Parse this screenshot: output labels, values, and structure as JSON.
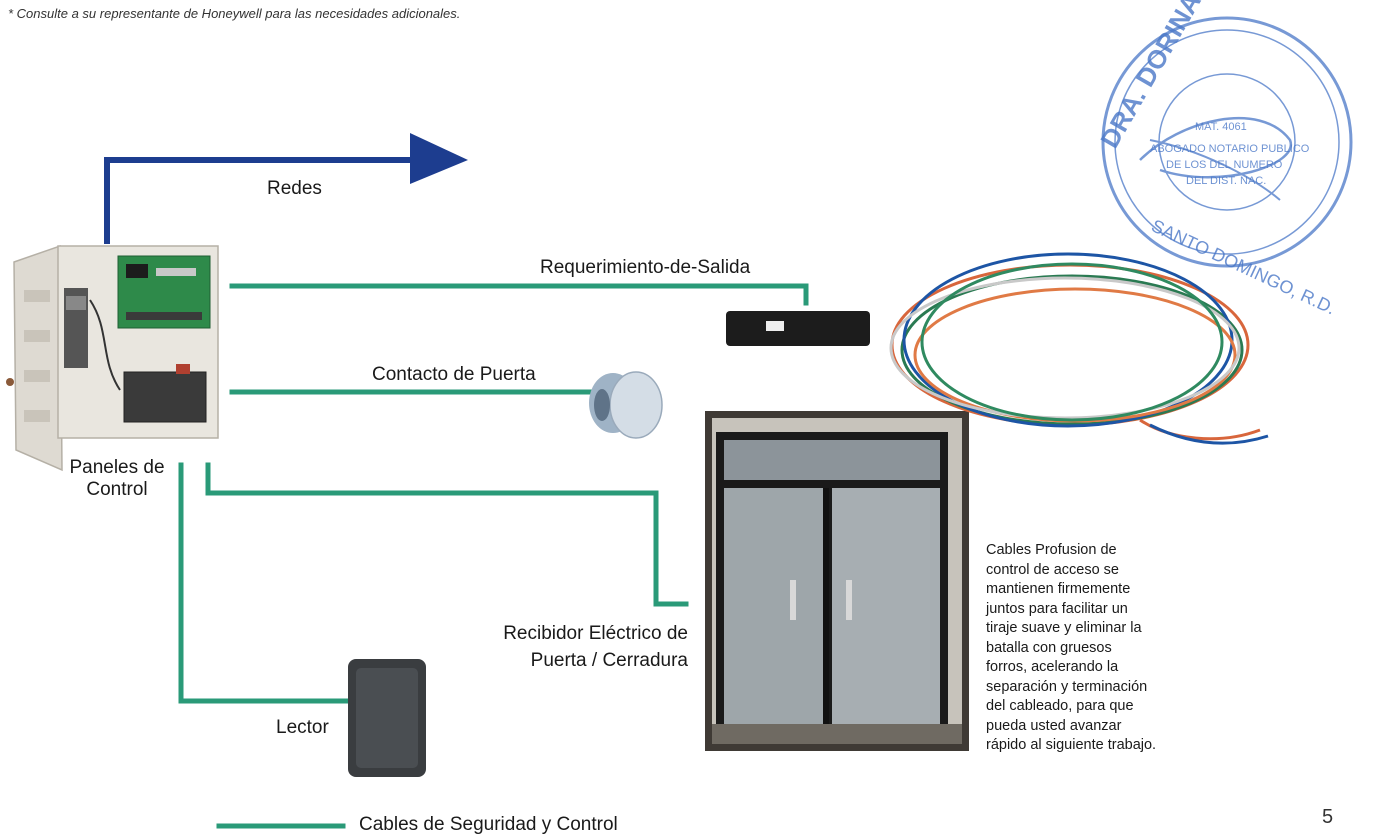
{
  "footnote": "* Consulte a su representante de Honeywell para las necesidades adicionales.",
  "labels": {
    "redes": "Redes",
    "requerimiento": "Requerimiento-de-Salida",
    "contacto": "Contacto de Puerta",
    "paneles_line1": "Paneles de",
    "paneles_line2": "Control",
    "recibidor_line1": "Recibidor Eléctrico de",
    "recibidor_line2": "Puerta / Cerradura",
    "lector": "Lector"
  },
  "description_lines": [
    "Cables Profusion de",
    "control de acceso se",
    "mantienen firmemente",
    "juntos para facilitar un",
    "tiraje suave y eliminar la",
    "batalla con gruesos",
    "forros, acelerando la",
    "separación y terminación",
    "del cableado, para que",
    "pueda usted avanzar",
    "rápido al siguiente trabajo."
  ],
  "legend": {
    "label": "Cables de Seguridad y Control"
  },
  "page_number": "5",
  "stamp": {
    "top_text": "DRA. DORINA LOPEZ MATIAS",
    "bottom_text": "SANTO DOMINGO, R.D.",
    "center_lines": [
      "MAT. 4061",
      "ABOGADO NOTARIO PUBLICO",
      "DE LOS DEL NUMERO",
      "DEL DIST. NAC."
    ]
  },
  "colors": {
    "network_arrow": "#1d3d8f",
    "security_cable": "#2a9a78",
    "stamp_ink": "#4a78c8"
  }
}
